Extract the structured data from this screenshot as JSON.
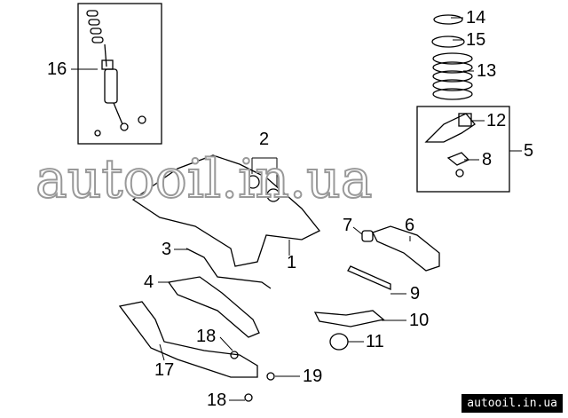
{
  "watermark": "autooil.in.ua",
  "badge": "autooil.in.ua",
  "callouts": [
    {
      "id": "c16",
      "label": "16"
    },
    {
      "id": "c14",
      "label": "14"
    },
    {
      "id": "c15",
      "label": "15"
    },
    {
      "id": "c13",
      "label": "13"
    },
    {
      "id": "c12",
      "label": "12"
    },
    {
      "id": "c5",
      "label": "5"
    },
    {
      "id": "c8",
      "label": "8"
    },
    {
      "id": "c2",
      "label": "2"
    },
    {
      "id": "c7",
      "label": "7"
    },
    {
      "id": "c6",
      "label": "6"
    },
    {
      "id": "c3",
      "label": "3"
    },
    {
      "id": "c1",
      "label": "1"
    },
    {
      "id": "c4",
      "label": "4"
    },
    {
      "id": "c9",
      "label": "9"
    },
    {
      "id": "c10",
      "label": "10"
    },
    {
      "id": "c11",
      "label": "11"
    },
    {
      "id": "c18a",
      "label": "18"
    },
    {
      "id": "c17",
      "label": "17"
    },
    {
      "id": "c19",
      "label": "19"
    },
    {
      "id": "c18b",
      "label": "18"
    }
  ]
}
